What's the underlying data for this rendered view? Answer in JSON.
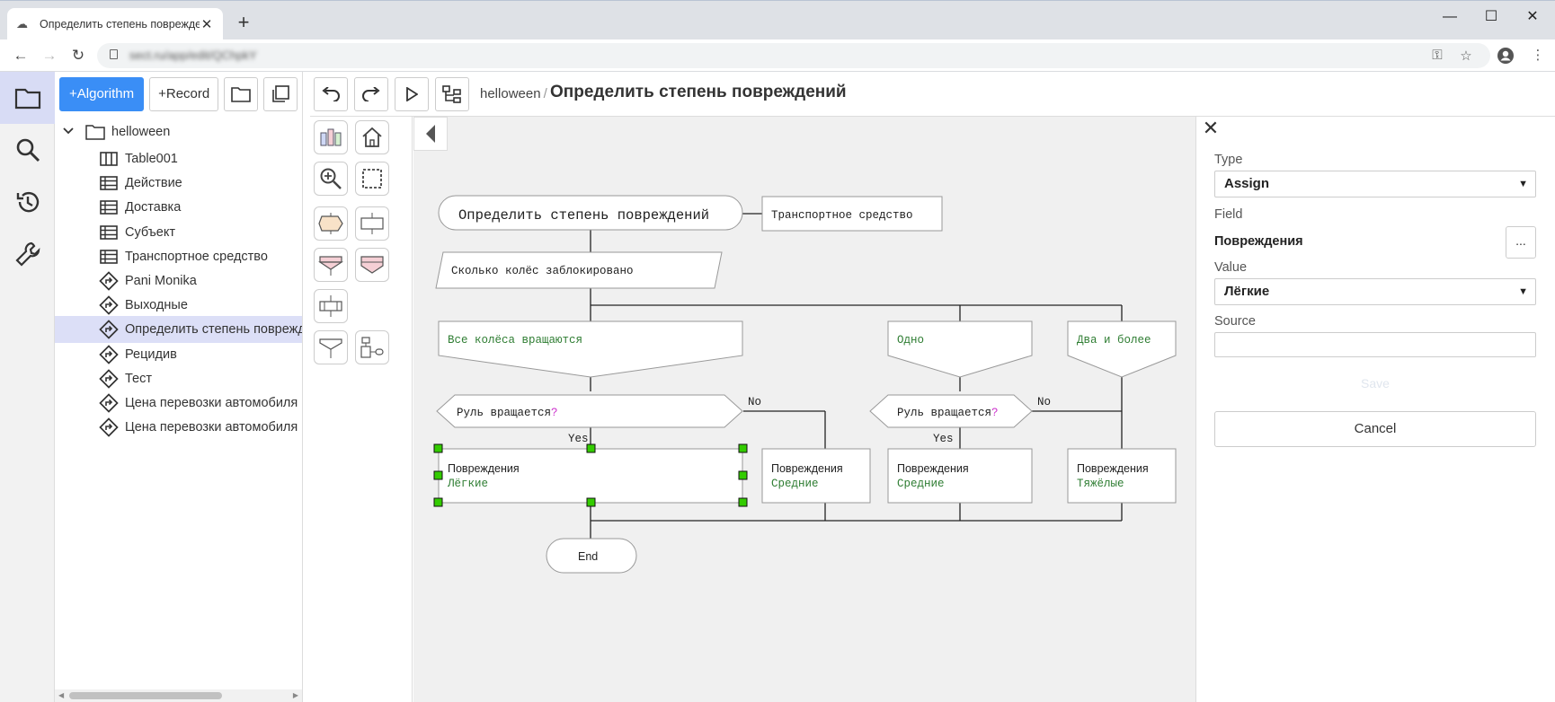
{
  "browser": {
    "tab_title": "Определить степень поврежде",
    "url": "sect.ru/app/edit/QChpkY"
  },
  "toolbar": {
    "algorithm_label": "+Algorithm",
    "record_label": "+Record"
  },
  "tree": {
    "root": "helloween",
    "items": [
      {
        "label": "Table001",
        "icon": "table-columns-icon"
      },
      {
        "label": "Действие",
        "icon": "table-list-icon"
      },
      {
        "label": "Доставка",
        "icon": "table-list-icon"
      },
      {
        "label": "Субъект",
        "icon": "table-list-icon"
      },
      {
        "label": "Транспортное средство",
        "icon": "table-list-icon"
      },
      {
        "label": "Pani Monika",
        "icon": "algorithm-icon"
      },
      {
        "label": "Выходные",
        "icon": "algorithm-icon"
      },
      {
        "label": "Определить степень повреждений",
        "icon": "algorithm-icon",
        "selected": true
      },
      {
        "label": "Рецидив",
        "icon": "algorithm-icon"
      },
      {
        "label": "Тест",
        "icon": "algorithm-icon"
      },
      {
        "label": "Цена перевозки автомобиля",
        "icon": "algorithm-icon"
      },
      {
        "label": "Цена перевозки автомобиля",
        "icon": "algorithm-icon"
      }
    ]
  },
  "editor": {
    "breadcrumb": "helloween",
    "separator": "/",
    "title": "Определить степень повреждений"
  },
  "flow": {
    "start": "Определить степень повреждений",
    "param": "Транспортное средство",
    "input": "Сколько колёс заблокировано",
    "case1": "Все колёса вращаются",
    "case2": "Одно",
    "case3": "Два и более",
    "decision": "Руль вращается",
    "qmark": "?",
    "yes": "Yes",
    "no": "No",
    "field": "Повреждения",
    "light": "Лёгкие",
    "medium": "Средние",
    "heavy": "Тяжёлые",
    "end": "End"
  },
  "props": {
    "type_label": "Type",
    "type_value": "Assign",
    "field_label": "Field",
    "field_value": "Повреждения",
    "dots": "...",
    "value_label": "Value",
    "value_value": "Лёгкие",
    "source_label": "Source",
    "save": "Save",
    "cancel": "Cancel"
  },
  "colors": {
    "accent": "#3a8ef6",
    "selection_handle": "#33cc00",
    "text_green": "#2e7d32",
    "qmark": "#cc33cc"
  }
}
